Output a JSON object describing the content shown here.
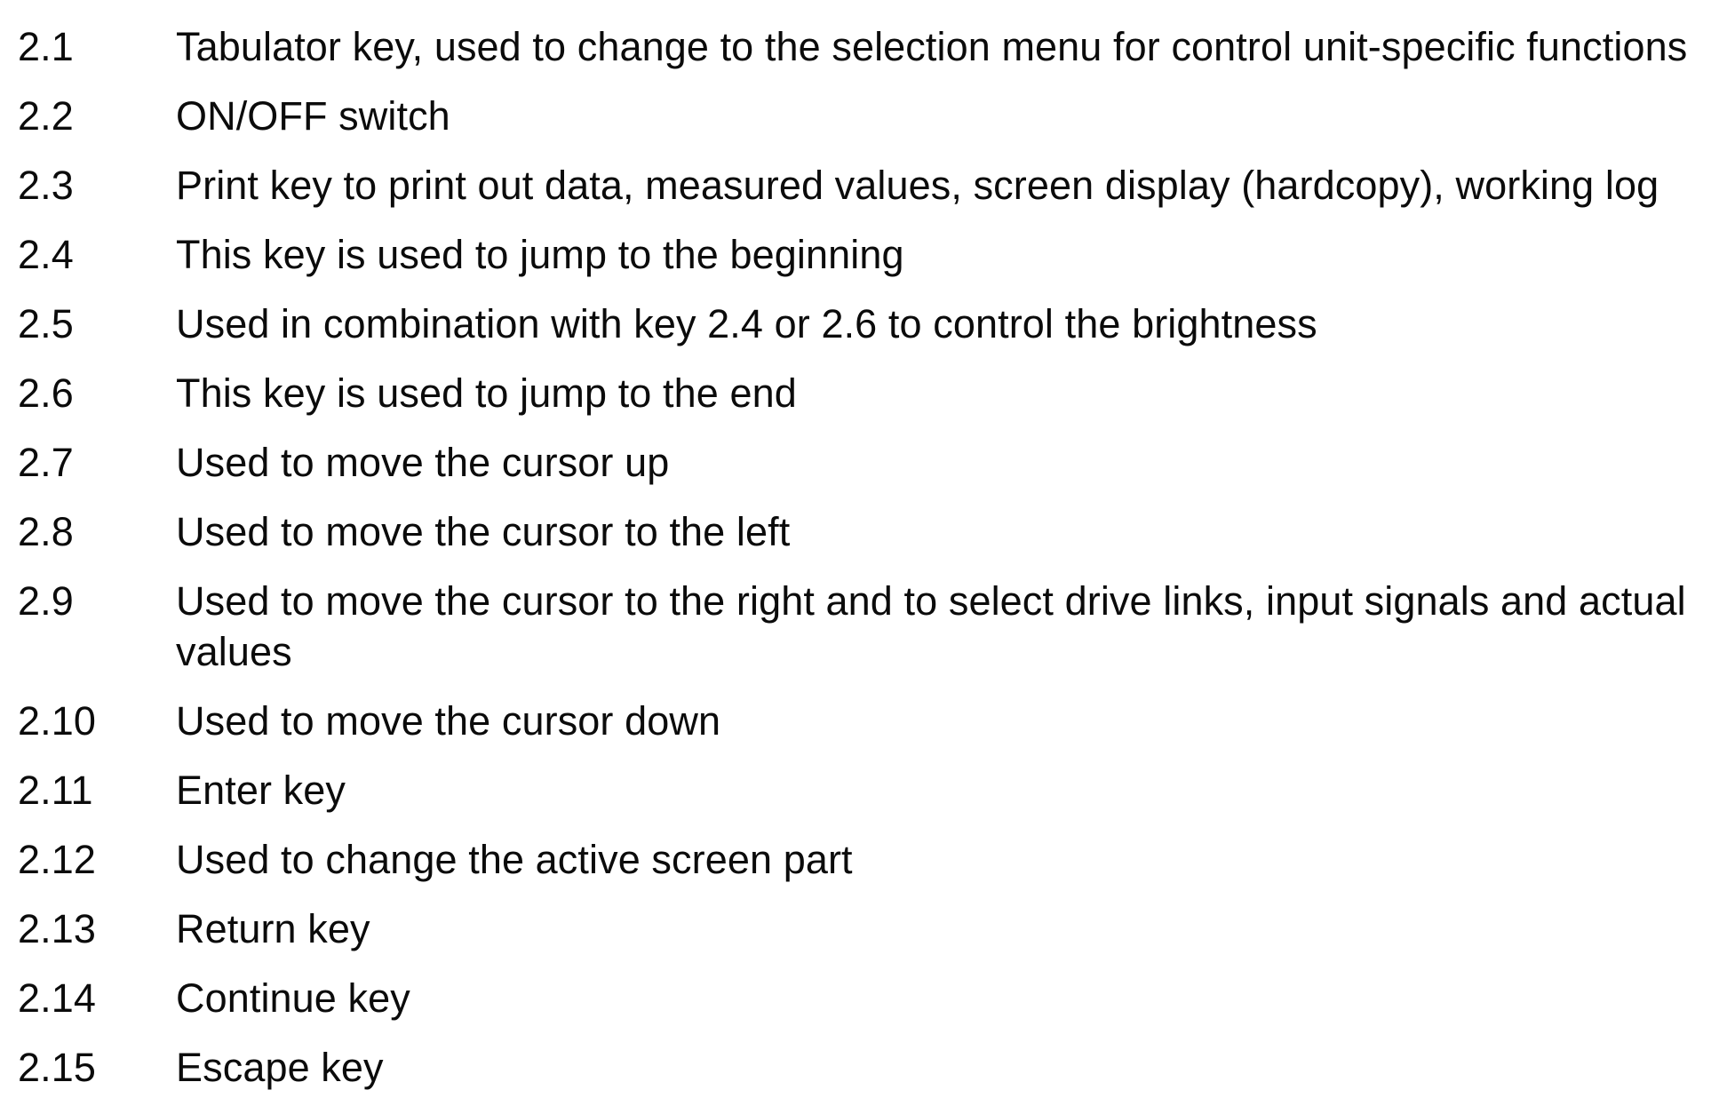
{
  "page": {
    "background_color": "#ffffff",
    "text_color": "#0b0b0b",
    "items": [
      {
        "number": "2.1",
        "description": "Tabulator key, used to change to the selection menu for control unit-specific functions"
      },
      {
        "number": "2.2",
        "description": "ON/OFF switch"
      },
      {
        "number": "2.3",
        "description": "Print key to print out data, measured values, screen display (hardcopy), working log"
      },
      {
        "number": "2.4",
        "description": "This key is used to jump to the beginning"
      },
      {
        "number": "2.5",
        "description": "Used in combination with key 2.4 or 2.6 to control the brightness"
      },
      {
        "number": "2.6",
        "description": "This key is used to jump to the end"
      },
      {
        "number": "2.7",
        "description": "Used to move the cursor up"
      },
      {
        "number": "2.8",
        "description": "Used to move the cursor to the left"
      },
      {
        "number": "2.9",
        "description": "Used to move the cursor to the right and to select drive links, input signals and actual values"
      },
      {
        "number": "2.10",
        "description": "Used to move the cursor down"
      },
      {
        "number": "2.11",
        "description": "Enter key"
      },
      {
        "number": "2.12",
        "description": "Used to change the active screen part"
      },
      {
        "number": "2.13",
        "description": "Return key"
      },
      {
        "number": "2.14",
        "description": "Continue key"
      },
      {
        "number": "2.15",
        "description": "Escape key"
      }
    ]
  }
}
